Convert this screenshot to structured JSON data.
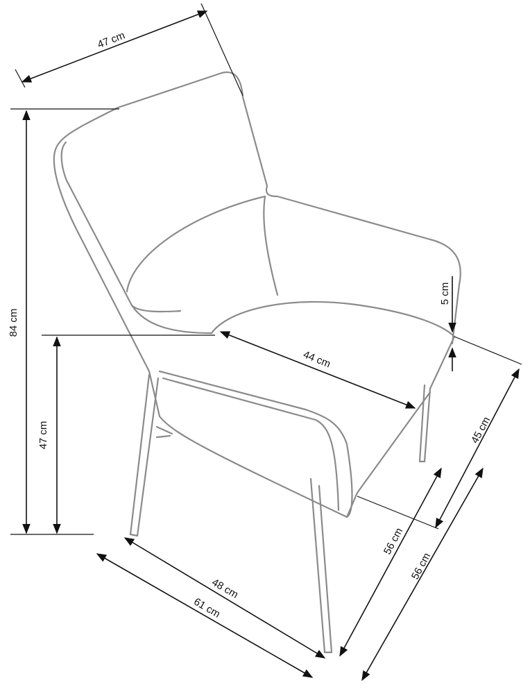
{
  "diagram": {
    "subject": "chair",
    "line_colors": {
      "chair_outline": "#8a8a8a",
      "dimension": "#111111"
    },
    "dimensions": {
      "back_width": "47 cm",
      "total_height": "84 cm",
      "seat_height": "47 cm",
      "seat_width": "44 cm",
      "seat_thickness": "5 cm",
      "seat_depth": "45 cm",
      "depth_inner": "56 cm",
      "depth_outer": "56 cm",
      "leg_width": "48 cm",
      "total_width": "61 cm"
    }
  }
}
